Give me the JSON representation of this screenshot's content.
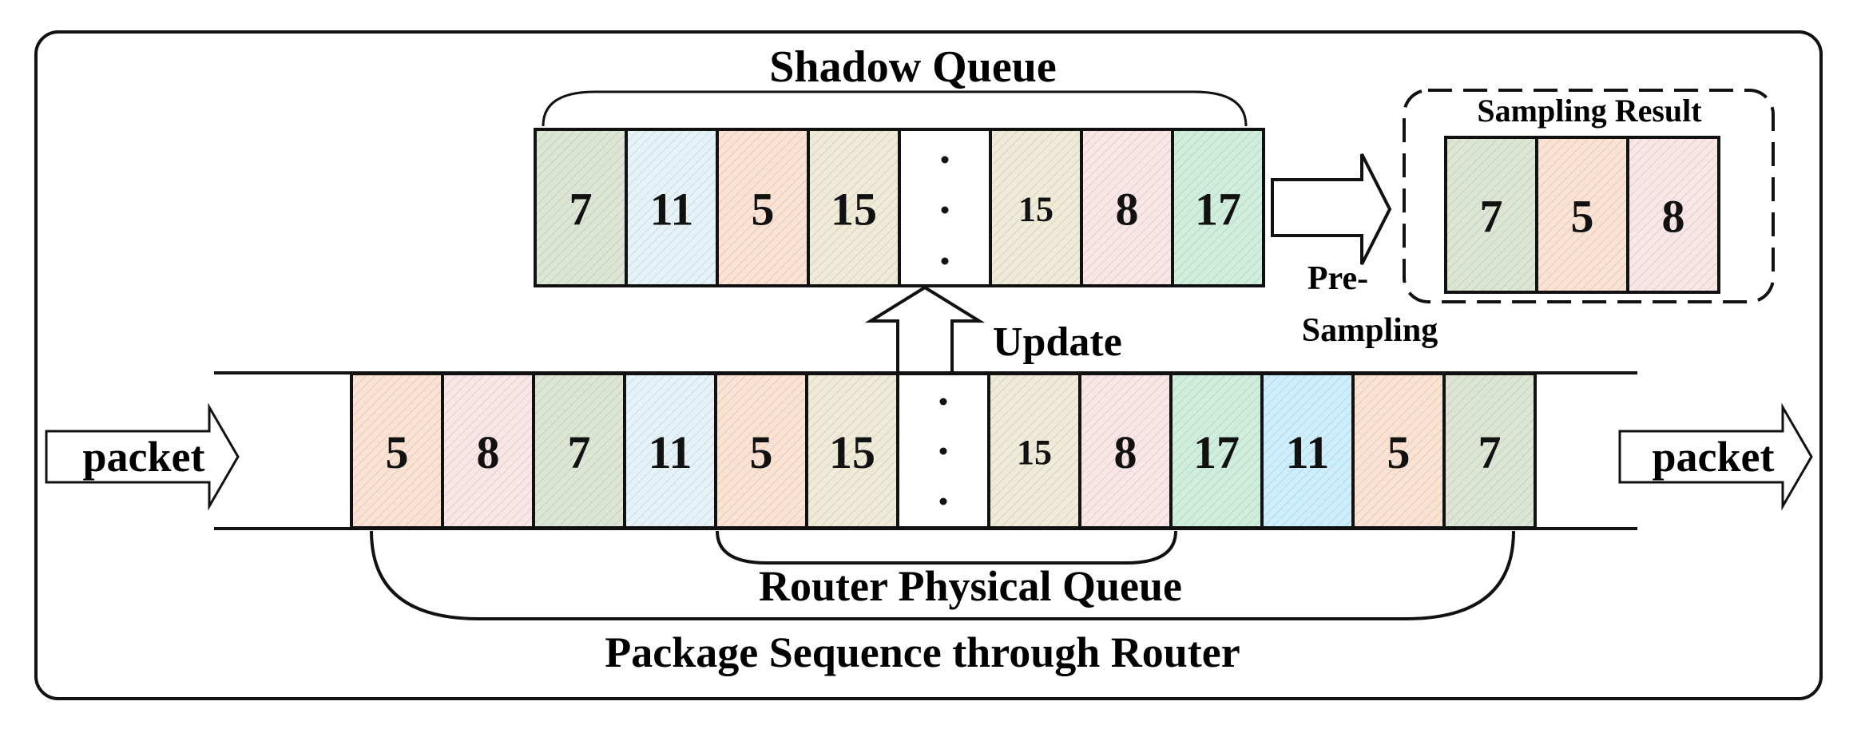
{
  "labels": {
    "shadow_queue": "Shadow Queue",
    "sampling_result": "Sampling Result",
    "update": "Update",
    "pre_sampling_line1": "Pre-",
    "pre_sampling_line2": "Sampling",
    "packet_in": "packet",
    "packet_out": "packet",
    "router_physical_queue": "Router Physical Queue",
    "package_sequence": "Package Sequence through Router"
  },
  "colors": {
    "green": "#dde6d5",
    "blue": "#e5f3f9",
    "orange": "#fbe2d3",
    "tan": "#f0ead8",
    "pink": "#fae6e6",
    "bright_green": "#cfeedd",
    "bright_blue": "#cdeefc",
    "white": "#ffffff"
  },
  "shadow_queue": [
    {
      "text": "7",
      "color": "green",
      "small": false
    },
    {
      "text": "11",
      "color": "blue",
      "small": false
    },
    {
      "text": "5",
      "color": "orange",
      "small": false
    },
    {
      "text": "15",
      "color": "tan",
      "small": false
    },
    {
      "text": "",
      "color": "white",
      "dots": true
    },
    {
      "text": "15",
      "color": "tan",
      "small": true
    },
    {
      "text": "8",
      "color": "pink",
      "small": false
    },
    {
      "text": "17",
      "color": "bright_green",
      "small": false
    }
  ],
  "sampling_result": [
    {
      "text": "7",
      "color": "green",
      "small": false
    },
    {
      "text": "5",
      "color": "orange",
      "small": false
    },
    {
      "text": "8",
      "color": "pink",
      "small": false
    }
  ],
  "physical_queue": [
    {
      "text": "5",
      "color": "orange",
      "small": false
    },
    {
      "text": "8",
      "color": "pink",
      "small": false
    },
    {
      "text": "7",
      "color": "green",
      "small": false
    },
    {
      "text": "11",
      "color": "blue",
      "small": false
    },
    {
      "text": "5",
      "color": "orange",
      "small": false
    },
    {
      "text": "15",
      "color": "tan",
      "small": false
    },
    {
      "text": "",
      "color": "white",
      "dots": true
    },
    {
      "text": "15",
      "color": "tan",
      "small": true
    },
    {
      "text": "8",
      "color": "pink",
      "small": false
    },
    {
      "text": "17",
      "color": "bright_green",
      "small": false
    },
    {
      "text": "11",
      "color": "bright_blue",
      "small": false
    },
    {
      "text": "5",
      "color": "orange",
      "small": false
    },
    {
      "text": "7",
      "color": "green",
      "small": false
    }
  ]
}
